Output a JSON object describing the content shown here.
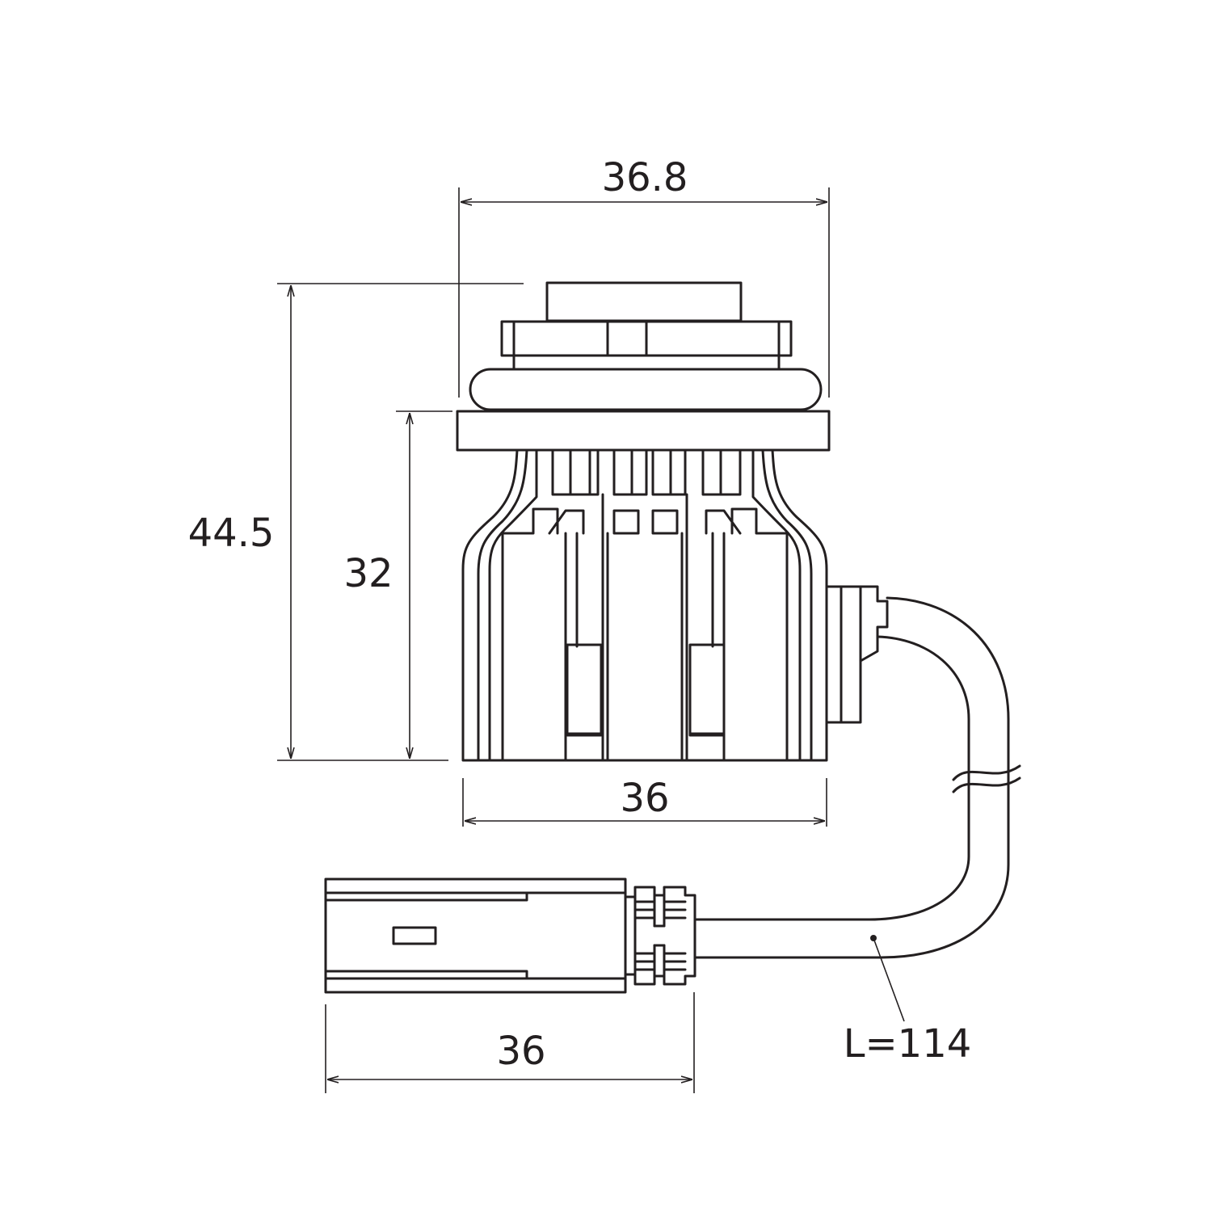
{
  "dimensions": {
    "top_width": "36.8",
    "overall_height": "44.5",
    "body_height": "32",
    "body_width": "36",
    "connector_width": "36",
    "cable_length": "L=114"
  },
  "colors": {
    "line": "#231f20",
    "background": "#ffffff"
  }
}
